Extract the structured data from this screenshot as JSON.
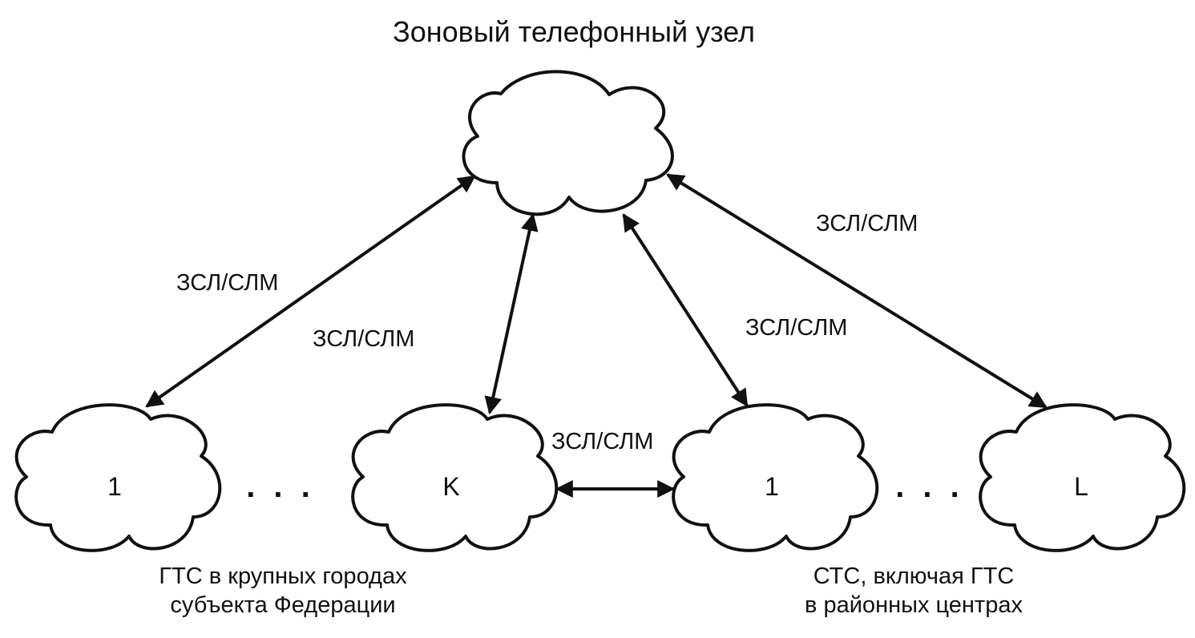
{
  "diagram": {
    "title": "Зоновый телефонный узел",
    "links": {
      "left": "ЗСЛ/СЛМ",
      "k": "ЗСЛ/СЛМ",
      "right_one": "ЗСЛ/СЛМ",
      "right_l": "ЗСЛ/СЛМ",
      "horizontal": "ЗСЛ/СЛМ"
    },
    "nodes": {
      "city_first": "1",
      "city_last": "K",
      "rural_first": "1",
      "rural_last": "L"
    },
    "ellipsis": {
      "city": ". . .",
      "rural": ". . ."
    },
    "captions": {
      "city_line1": "ГТС в крупных городах",
      "city_line2": "субъекта Федерации",
      "rural_line1": "СТС, включая  ГТС",
      "rural_line2": "в районных центрах"
    }
  }
}
